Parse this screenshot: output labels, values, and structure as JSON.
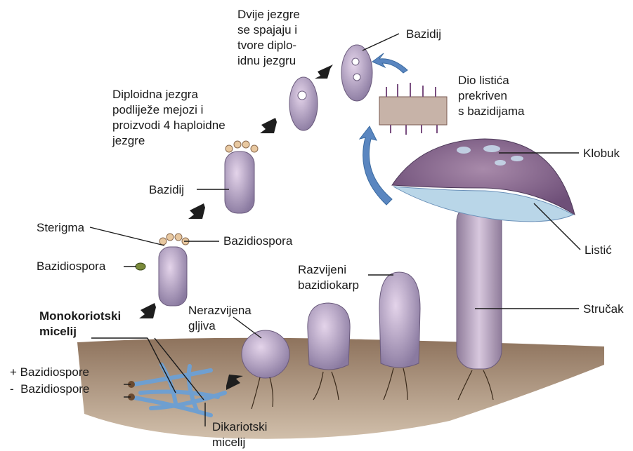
{
  "labels": {
    "nuclei_fuse": "Dvije jezgre\nse spajaju i\ntvore diplo-\nidnu jezgru",
    "basidium_top": "Bazidij",
    "gill_portion": "Dio listića\nprekriven\ns bazidijama",
    "meiosis": "Diploidna jezgra\npodliježe mejozi i\nproizvodi 4 haploidne\njezgre",
    "cap": "Klobuk",
    "basidium_mid": "Bazidij",
    "sterigma": "Sterigma",
    "basidiospore_right": "Bazidiospora",
    "gill": "Listić",
    "basidiospore_left": "Bazidiospora",
    "developed_basidiocarp": "Razvijeni\nbazidiokarp",
    "monokaryotic_mycelium": "Monokoriotski\nmicelij",
    "undeveloped_fungus": "Nerazvijena\ngljiva",
    "stipe": "Stručak",
    "spores_plus": "+ Bazidiospore",
    "spores_minus": "-  Bazidiospore",
    "dikaryotic_mycelium": "Dikariotski\nmicelij"
  },
  "colors": {
    "mushroom_cap": "#8e6a8e",
    "gills": "#b9d6e8",
    "stem": "#b8a0bc",
    "soil": "#8a6a4e",
    "hyphae": "#6f9fd0",
    "arrow_dark": "#1e1e1e",
    "arrow_blue": "#5a86c0"
  }
}
